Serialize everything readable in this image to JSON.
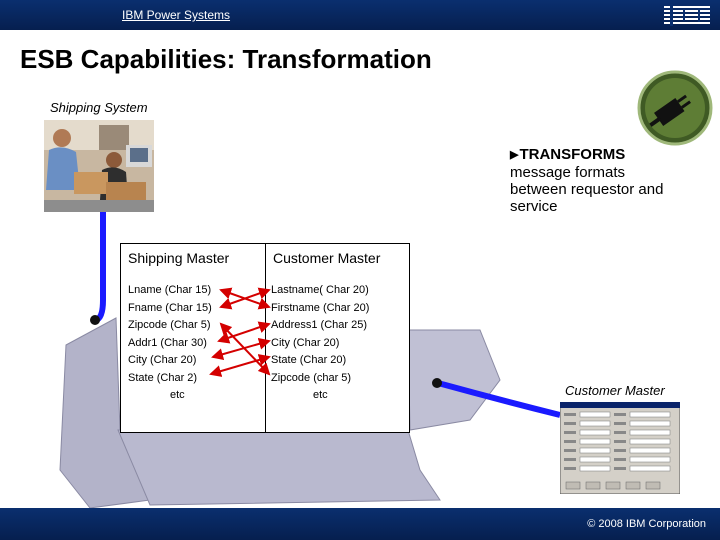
{
  "header": {
    "brand": "IBM Power Systems",
    "logo_text": "IBM"
  },
  "slide": {
    "title": "ESB Capabilities: Transformation",
    "shipping_label": "Shipping System",
    "customer_label": "Customer Master"
  },
  "callout": {
    "heading": "TRANSFORMS",
    "lines": [
      "message formats",
      "between requestor and",
      "service"
    ]
  },
  "mapping": {
    "left_header": "Shipping Master",
    "right_header": "Customer Master",
    "left_fields": [
      "Lname (Char 15)",
      "Fname (Char 15)",
      "Zipcode (Char 5)",
      "Addr1 (Char 30)",
      "City (Char 20)",
      "State (Char 2)",
      "etc"
    ],
    "right_fields": [
      "Lastname( Char 20)",
      "Firstname (Char 20)",
      "Address1 (Char 25)",
      "City (Char 20)",
      "State (Char 20)",
      "Zipcode (char 5)",
      "etc"
    ]
  },
  "colors": {
    "header_bg": "#0a2f6f",
    "bus_blue": "#1a1aff",
    "arrow_red": "#d40000",
    "plug_green": "#4a6b2a"
  },
  "footer": {
    "copyright": "© 2008 IBM Corporation"
  }
}
